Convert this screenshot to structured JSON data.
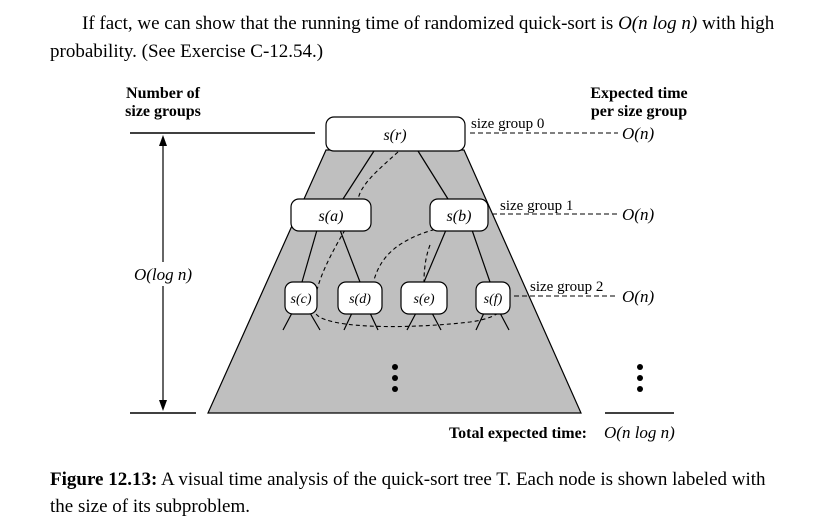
{
  "paragraph": {
    "text_before": "If fact, we can show that the running time of randomized quick-sort is ",
    "math": "O(n log n)",
    "text_after": " with high probability. (See Exercise C-12.54.)"
  },
  "figure": {
    "left_heading_line1": "Number of",
    "left_heading_line2": "size groups",
    "right_heading_line1": "Expected time",
    "right_heading_line2": "per size group",
    "height_label": "O(log n)",
    "nodes": [
      {
        "id": "r",
        "label": "s(r)"
      },
      {
        "id": "a",
        "label": "s(a)"
      },
      {
        "id": "b",
        "label": "s(b)"
      },
      {
        "id": "c",
        "label": "s(c)"
      },
      {
        "id": "d",
        "label": "s(d)"
      },
      {
        "id": "e",
        "label": "s(e)"
      },
      {
        "id": "f",
        "label": "s(f)"
      }
    ],
    "size_groups": [
      {
        "label": "size group 0",
        "time": "O(n)"
      },
      {
        "label": "size group 1",
        "time": "O(n)"
      },
      {
        "label": "size group 2",
        "time": "O(n)"
      }
    ],
    "total_label": "Total expected time:",
    "total_value": "O(n log n)"
  },
  "caption": {
    "label": "Figure 12.13:",
    "text": " A visual time analysis of the quick-sort tree T. Each node is shown labeled with the size of its subproblem."
  }
}
